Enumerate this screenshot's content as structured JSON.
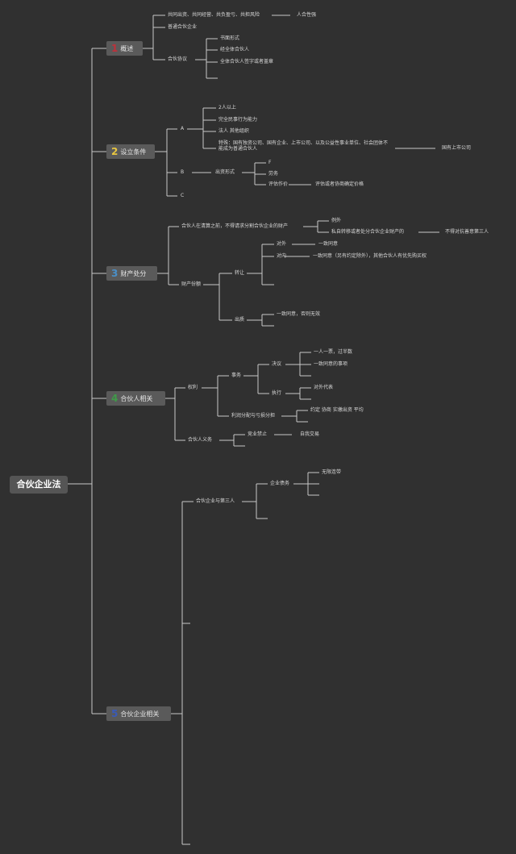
{
  "root": {
    "label": "合伙企业法"
  },
  "topics": [
    {
      "num": "1",
      "label": "概述",
      "num_color": "#c0303a"
    },
    {
      "num": "2",
      "label": "设立条件",
      "num_color": "#e8c640"
    },
    {
      "num": "3",
      "label": "财产处分",
      "num_color": "#4a90c8"
    },
    {
      "num": "4",
      "label": "合伙人相关",
      "num_color": "#3f9a48"
    },
    {
      "num": "5",
      "label": "合伙企业相关",
      "num_color": "#3a5ab8"
    }
  ],
  "t1": {
    "a": "共同出资、共同经营、共负盈亏、共担风险",
    "a1": "人合性强",
    "b": "普通合伙企业",
    "c": "合伙协议",
    "c1": "书面形式",
    "c2": "经全体合伙人",
    "c3": "全体合伙人签字或者盖章"
  },
  "t2": {
    "a": "A",
    "a1": "2人以上",
    "a2": "完全民事行为能力",
    "a3": "法人 其他组织",
    "a4": "特殊：国有独资公司、国有企业、上市公司、以及公益性事业单位、社会团体不能成为普通合伙人",
    "a4x": "国有上市公司",
    "b": "B",
    "b1": "出资形式",
    "b1a": "F",
    "b1b": "劳务",
    "b1c": "评估作价",
    "b1c1": "评估或者协商确定价格",
    "c": "C"
  },
  "t3": {
    "a": "合伙人在清算之前，不得请求分割合伙企业的财产",
    "a1": "例外",
    "a2": "私自转移或者处分合伙企业财产的",
    "a2x": "不得对抗善意第三人",
    "b": "财产份额",
    "b1": "转让",
    "b1a": "对外",
    "b1a1": "一致同意",
    "b1b": "对内",
    "b1b1": "一致同意（另有约定除外），其他合伙人有优先购买权",
    "b2": "出质",
    "b2a": "一致同意，否则无效"
  },
  "t4": {
    "a": "权利",
    "a1": "事务",
    "a1a": "决议",
    "a1a1": "一人一票，过半数",
    "a1a2": "一致同意的事项",
    "a1b": "执行",
    "a1b1": "对外代表",
    "a2": "利润分配与亏损分担",
    "a2a": "约定 协商 实缴出资 平均",
    "b": "合伙人义务",
    "b1": "竞业禁止",
    "b1a": "自我交易"
  },
  "t5": {
    "a": "合伙企业与第三人",
    "a1": "企业债务",
    "a1a": "无限连带"
  }
}
